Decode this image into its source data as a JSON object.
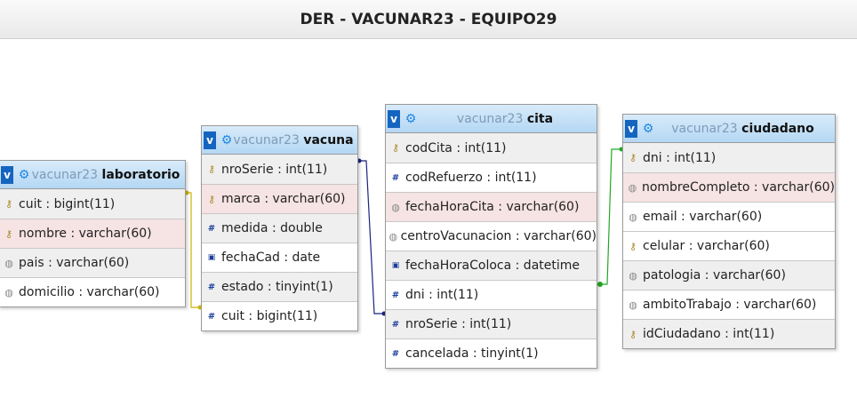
{
  "title": "DER - VACUNAR23 - EQUIPO29",
  "tables": {
    "laboratorio": {
      "db": "vacunar23",
      "name": "laboratorio",
      "cols": [
        {
          "text": "cuit : bigint(11)",
          "icon": "key-icon"
        },
        {
          "text": "nombre : varchar(60)",
          "icon": "key-icon"
        },
        {
          "text": "pais : varchar(60)",
          "icon": "string-icon"
        },
        {
          "text": "domicilio : varchar(60)",
          "icon": "string-icon"
        }
      ]
    },
    "vacuna": {
      "db": "vacunar23",
      "name": "vacuna",
      "cols": [
        {
          "text": "nroSerie : int(11)",
          "icon": "key-icon"
        },
        {
          "text": "marca : varchar(60)",
          "icon": "key-icon"
        },
        {
          "text": "medida : double",
          "icon": "number-icon"
        },
        {
          "text": "fechaCad : date",
          "icon": "date-icon"
        },
        {
          "text": "estado : tinyint(1)",
          "icon": "number-icon"
        },
        {
          "text": "cuit : bigint(11)",
          "icon": "number-icon"
        }
      ]
    },
    "cita": {
      "db": "vacunar23",
      "name": "cita",
      "cols": [
        {
          "text": "codCita : int(11)",
          "icon": "key-icon"
        },
        {
          "text": "codRefuerzo : int(11)",
          "icon": "number-icon"
        },
        {
          "text": "fechaHoraCita : varchar(60)",
          "icon": "string-icon"
        },
        {
          "text": "centroVacunacion : varchar(60)",
          "icon": "string-icon"
        },
        {
          "text": "fechaHoraColoca : datetime",
          "icon": "date-icon"
        },
        {
          "text": "dni : int(11)",
          "icon": "number-icon"
        },
        {
          "text": "nroSerie : int(11)",
          "icon": "number-icon"
        },
        {
          "text": "cancelada : tinyint(1)",
          "icon": "number-icon"
        }
      ]
    },
    "ciudadano": {
      "db": "vacunar23",
      "name": "ciudadano",
      "cols": [
        {
          "text": "dni : int(11)",
          "icon": "key-icon"
        },
        {
          "text": "nombreCompleto : varchar(60)",
          "icon": "string-icon"
        },
        {
          "text": "email : varchar(60)",
          "icon": "string-icon"
        },
        {
          "text": "celular : varchar(60)",
          "icon": "key-icon"
        },
        {
          "text": "patologia : varchar(60)",
          "icon": "string-icon"
        },
        {
          "text": "ambitoTrabajo : varchar(60)",
          "icon": "string-icon"
        },
        {
          "text": "idCiudadano : int(11)",
          "icon": "key-icon"
        }
      ]
    }
  },
  "relationships": [
    {
      "from": "vacuna.cuit",
      "to": "laboratorio.cuit",
      "color": "#c9b400"
    },
    {
      "from": "cita.nroSerie",
      "to": "vacuna.nroSerie",
      "color": "#1a237e"
    },
    {
      "from": "cita.dni",
      "to": "ciudadano.dni",
      "color": "#22a722"
    }
  ]
}
